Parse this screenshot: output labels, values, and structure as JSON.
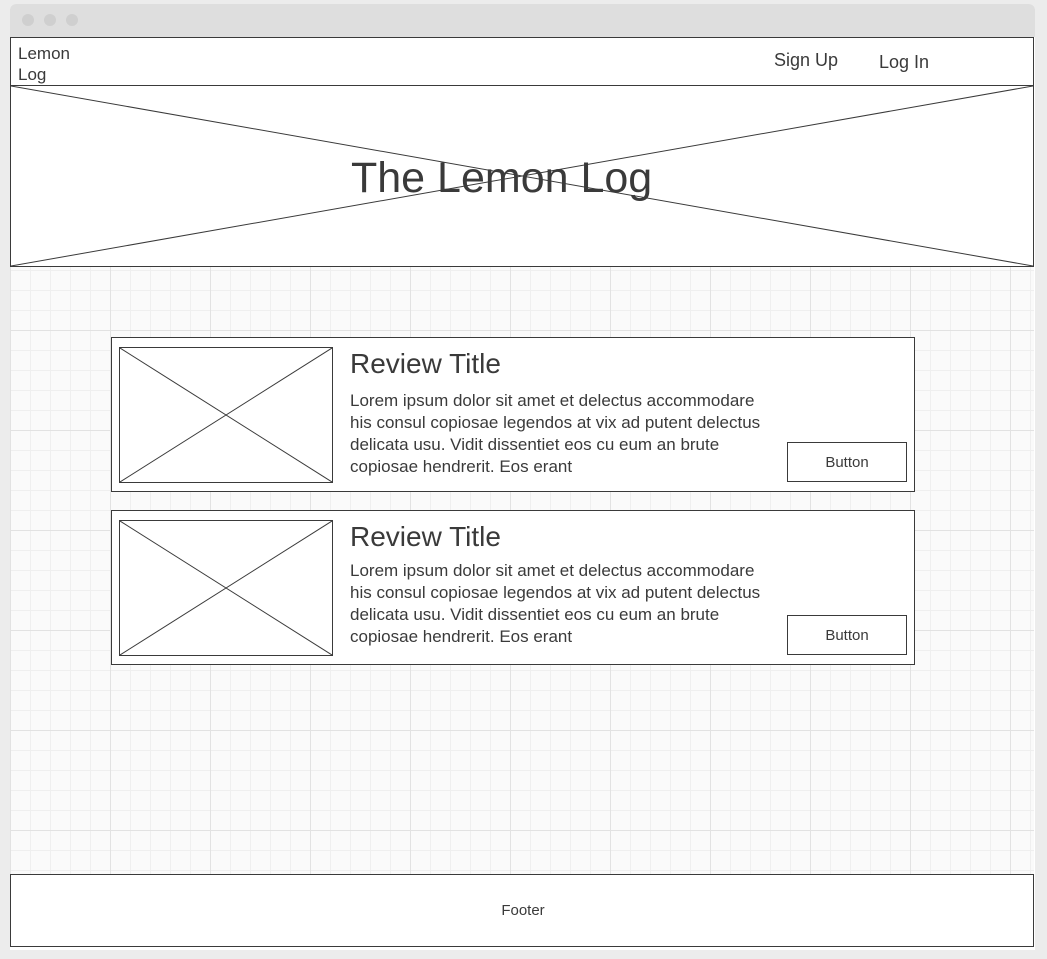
{
  "navbar": {
    "brand": "Lemon Log",
    "links": [
      {
        "label": "Sign Up"
      },
      {
        "label": "Log In"
      }
    ]
  },
  "hero": {
    "title": "The Lemon Log"
  },
  "reviews": [
    {
      "title": "Review Title",
      "body": "Lorem ipsum dolor sit amet et delectus accommodare his consul copiosae legendos at vix ad putent delectus delicata usu. Vidit dissentiet eos cu eum an brute copiosae hendrerit. Eos erant",
      "button_label": "Button"
    },
    {
      "title": "Review Title",
      "body": "Lorem ipsum dolor sit amet et delectus accommodare his consul copiosae legendos at vix ad putent delectus delicata usu. Vidit dissentiet eos cu eum an brute copiosae hendrerit. Eos erant",
      "button_label": "Button"
    }
  ],
  "footer": {
    "label": "Footer"
  }
}
